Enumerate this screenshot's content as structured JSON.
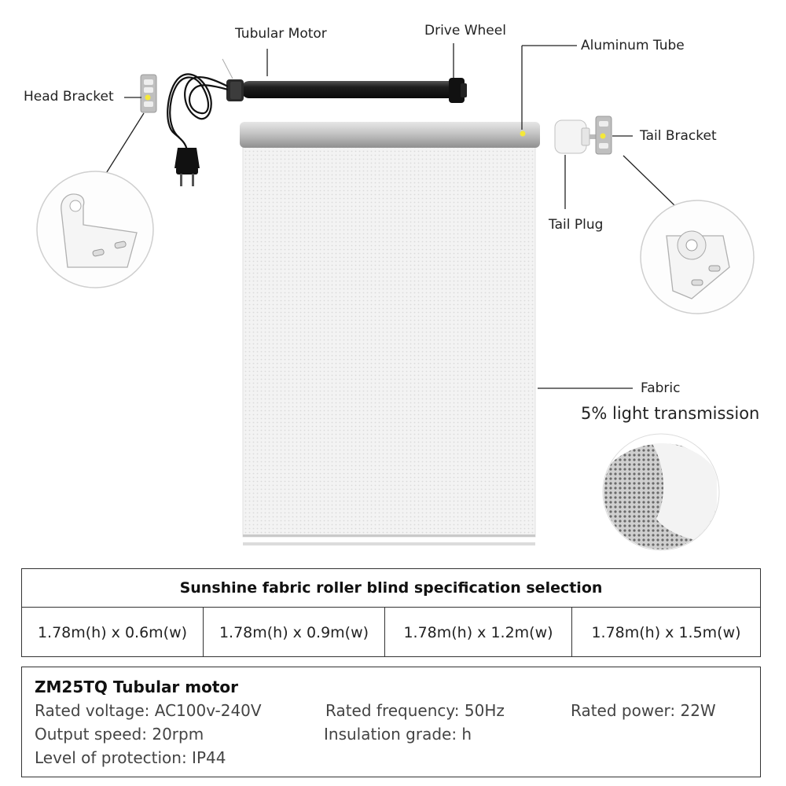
{
  "labels": {
    "tubular_motor": "Tubular Motor",
    "drive_wheel": "Drive Wheel",
    "aluminum_tube": "Aluminum Tube",
    "head_bracket": "Head Bracket",
    "tail_bracket": "Tail Bracket",
    "tail_plug": "Tail Plug",
    "fabric": "Fabric",
    "fabric_note": "5% light transmission"
  },
  "spec_table": {
    "title": "Sunshine fabric roller blind specification selection",
    "sizes": [
      "1.78m(h) x 0.6m(w)",
      "1.78m(h) x 0.9m(w)",
      "1.78m(h) x 1.2m(w)",
      "1.78m(h) x 1.5m(w)"
    ]
  },
  "motor": {
    "title": "ZM25TQ Tubular motor",
    "rated_voltage": "Rated voltage: AC100v-240V",
    "rated_frequency": "Rated frequency: 50Hz",
    "rated_power": "Rated power: 22W",
    "output_speed": "Output speed: 20rpm",
    "insulation_grade": "Insulation grade: h",
    "protection_level": "Level of protection: IP44"
  },
  "colors": {
    "indicator": "#f4e83a",
    "motor_body": "#1c1c1c",
    "tube": "#b9b9b9"
  }
}
